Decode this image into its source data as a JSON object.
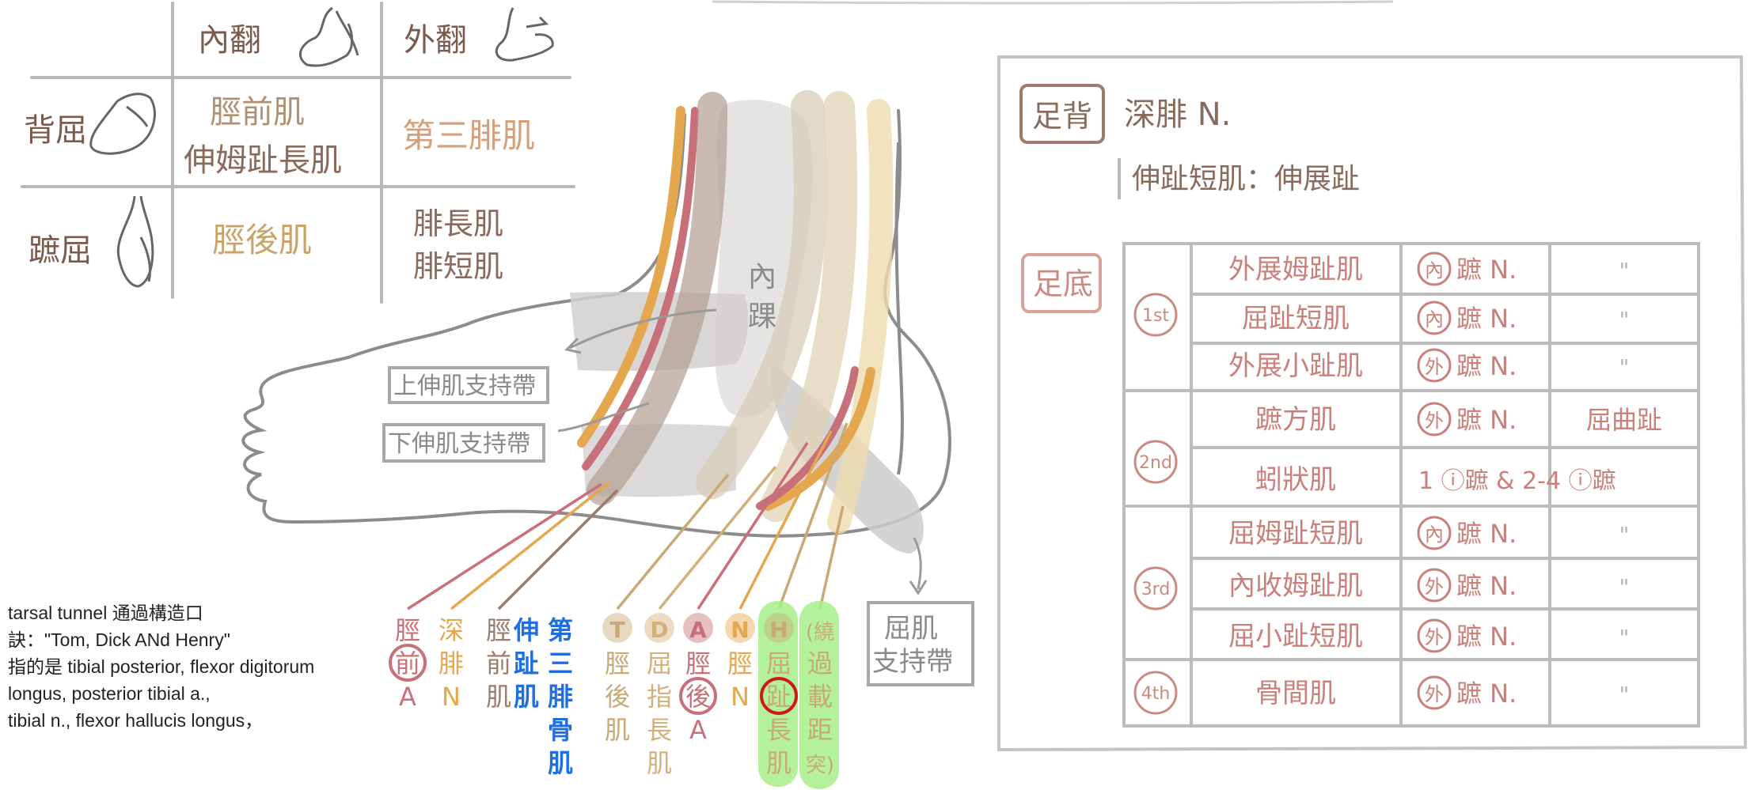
{
  "top_table": {
    "col_headers": [
      "內翻",
      "外翻"
    ],
    "rows": [
      {
        "label": "背屈",
        "cells": [
          [
            "脛前肌",
            "伸姆趾長肌"
          ],
          [
            "第三腓肌"
          ]
        ]
      },
      {
        "label": "蹠屈",
        "cells": [
          [
            "脛後肌"
          ],
          [
            "腓長肌",
            "腓短肌"
          ]
        ]
      }
    ]
  },
  "foot_labels": {
    "malleolus": [
      "內",
      "踝"
    ],
    "superior_retinaculum": "上伸肌支持帶",
    "inferior_retinaculum": "下伸肌支持帶",
    "flexor_retinaculum": [
      "屈肌",
      "支持帶"
    ]
  },
  "tendon_labels": [
    {
      "badge": "",
      "chars": [
        "脛",
        "前",
        "A"
      ],
      "circled": 1,
      "color": "#c8707a"
    },
    {
      "badge": "",
      "chars": [
        "深",
        "腓",
        "N"
      ],
      "circled": -1,
      "color": "#e4a74e"
    },
    {
      "badge": "",
      "chars": [
        "脛",
        "前",
        "肌"
      ],
      "circled": -1,
      "color": "#9c7a6c"
    },
    {
      "badge": "",
      "chars": [
        "伸",
        "趾",
        "肌"
      ],
      "circled": -1,
      "color": "#1f6fe0"
    },
    {
      "badge": "",
      "chars": [
        "第",
        "三",
        "腓",
        "骨",
        "肌"
      ],
      "circled": -1,
      "color": "#1f6fe0"
    },
    {
      "badge": "T",
      "chars": [
        "脛",
        "後",
        "肌"
      ],
      "circled": -1,
      "color": "#c9a975"
    },
    {
      "badge": "D",
      "chars": [
        "屈",
        "指",
        "長",
        "肌"
      ],
      "circled": -1,
      "color": "#d3b07a"
    },
    {
      "badge": "A",
      "chars": [
        "脛",
        "後",
        "A"
      ],
      "circled": 1,
      "color": "#c8707a"
    },
    {
      "badge": "N",
      "chars": [
        "脛",
        "N"
      ],
      "circled": -1,
      "color": "#e4a74e"
    },
    {
      "badge": "H",
      "chars": [
        "屈",
        "趾",
        "長",
        "肌"
      ],
      "circled": 1,
      "color": "#c9a975"
    },
    {
      "badge": "",
      "chars": [
        "(繞",
        "過",
        "載",
        "距",
        "突)"
      ],
      "circled": -1,
      "color": "#c9a975"
    }
  ],
  "right_panel": {
    "dorsal": {
      "tag": "足背",
      "nerve": "深腓 N.",
      "muscle_line": "伸趾短肌：伸展趾"
    },
    "plantar": {
      "tag": "足底",
      "layers": [
        {
          "layer": "1st",
          "rows": [
            {
              "muscle": "外展姆趾肌",
              "nerve_circ": "內",
              "nerve": "蹠 N.",
              "action": "\""
            },
            {
              "muscle": "屈趾短肌",
              "nerve_circ": "內",
              "nerve": "蹠 N.",
              "action": "\""
            },
            {
              "muscle": "外展小趾肌",
              "nerve_circ": "外",
              "nerve": "蹠 N.",
              "action": "\""
            }
          ]
        },
        {
          "layer": "2nd",
          "rows": [
            {
              "muscle": "蹠方肌",
              "nerve_circ": "外",
              "nerve": "蹠 N.",
              "action": "屈曲趾"
            },
            {
              "muscle": "蚓狀肌",
              "nerve_circ": "",
              "nerve": "1 ⓘ蹠 & 2-4 ⓘ蹠",
              "action": ""
            }
          ]
        },
        {
          "layer": "3rd",
          "rows": [
            {
              "muscle": "屈姆趾短肌",
              "nerve_circ": "內",
              "nerve": "蹠 N.",
              "action": "\""
            },
            {
              "muscle": "內收姆趾肌",
              "nerve_circ": "外",
              "nerve": "蹠 N.",
              "action": "\""
            },
            {
              "muscle": "屈小趾短肌",
              "nerve_circ": "外",
              "nerve": "蹠 N.",
              "action": "\""
            }
          ]
        },
        {
          "layer": "4th",
          "rows": [
            {
              "muscle": "骨間肌",
              "nerve_circ": "外",
              "nerve": "蹠 N.",
              "action": "\""
            }
          ]
        }
      ]
    }
  },
  "mnemonic_note": {
    "line1": "tarsal tunnel 通過構造口",
    "line2": "訣：\"Tom, Dick ANd Henry\"",
    "line3": "指的是 tibial posterior, flexor digitorum",
    "line4": "longus, posterior tibial a.,",
    "line5": "tibial n., flexor hallucis longus，"
  },
  "colors": {
    "ink_gray": "#7a7a7a",
    "brown": "#8a6a5a",
    "gold": "#c9a060",
    "rose": "#c8707a",
    "blue": "#1f6fe0",
    "green_highlight": "#a6f08a",
    "circle_red": "#d01818"
  }
}
